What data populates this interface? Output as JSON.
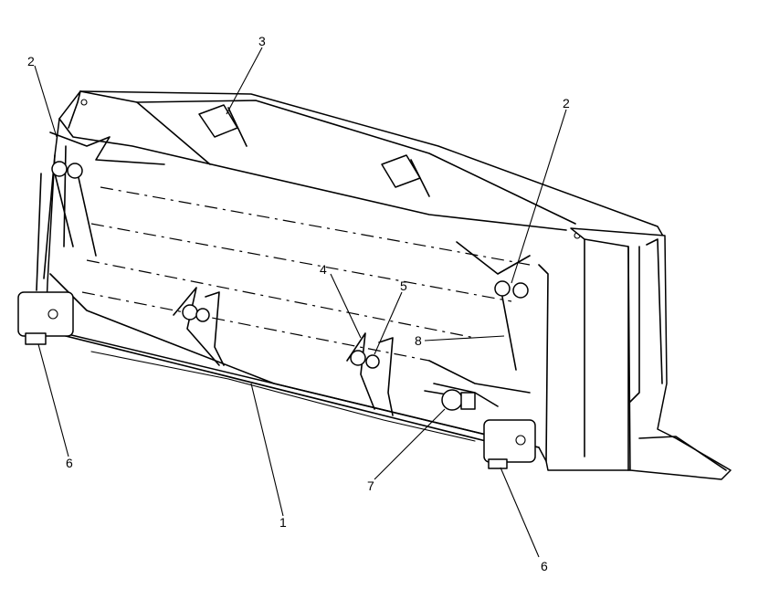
{
  "diagram": {
    "callouts": [
      {
        "id": "c1",
        "label": "1"
      },
      {
        "id": "c2a",
        "label": "2"
      },
      {
        "id": "c2b",
        "label": "2"
      },
      {
        "id": "c3",
        "label": "3"
      },
      {
        "id": "c4",
        "label": "4"
      },
      {
        "id": "c5",
        "label": "5"
      },
      {
        "id": "c6a",
        "label": "6"
      },
      {
        "id": "c6b",
        "label": "6"
      },
      {
        "id": "c7",
        "label": "7"
      },
      {
        "id": "c8",
        "label": "8"
      }
    ]
  }
}
